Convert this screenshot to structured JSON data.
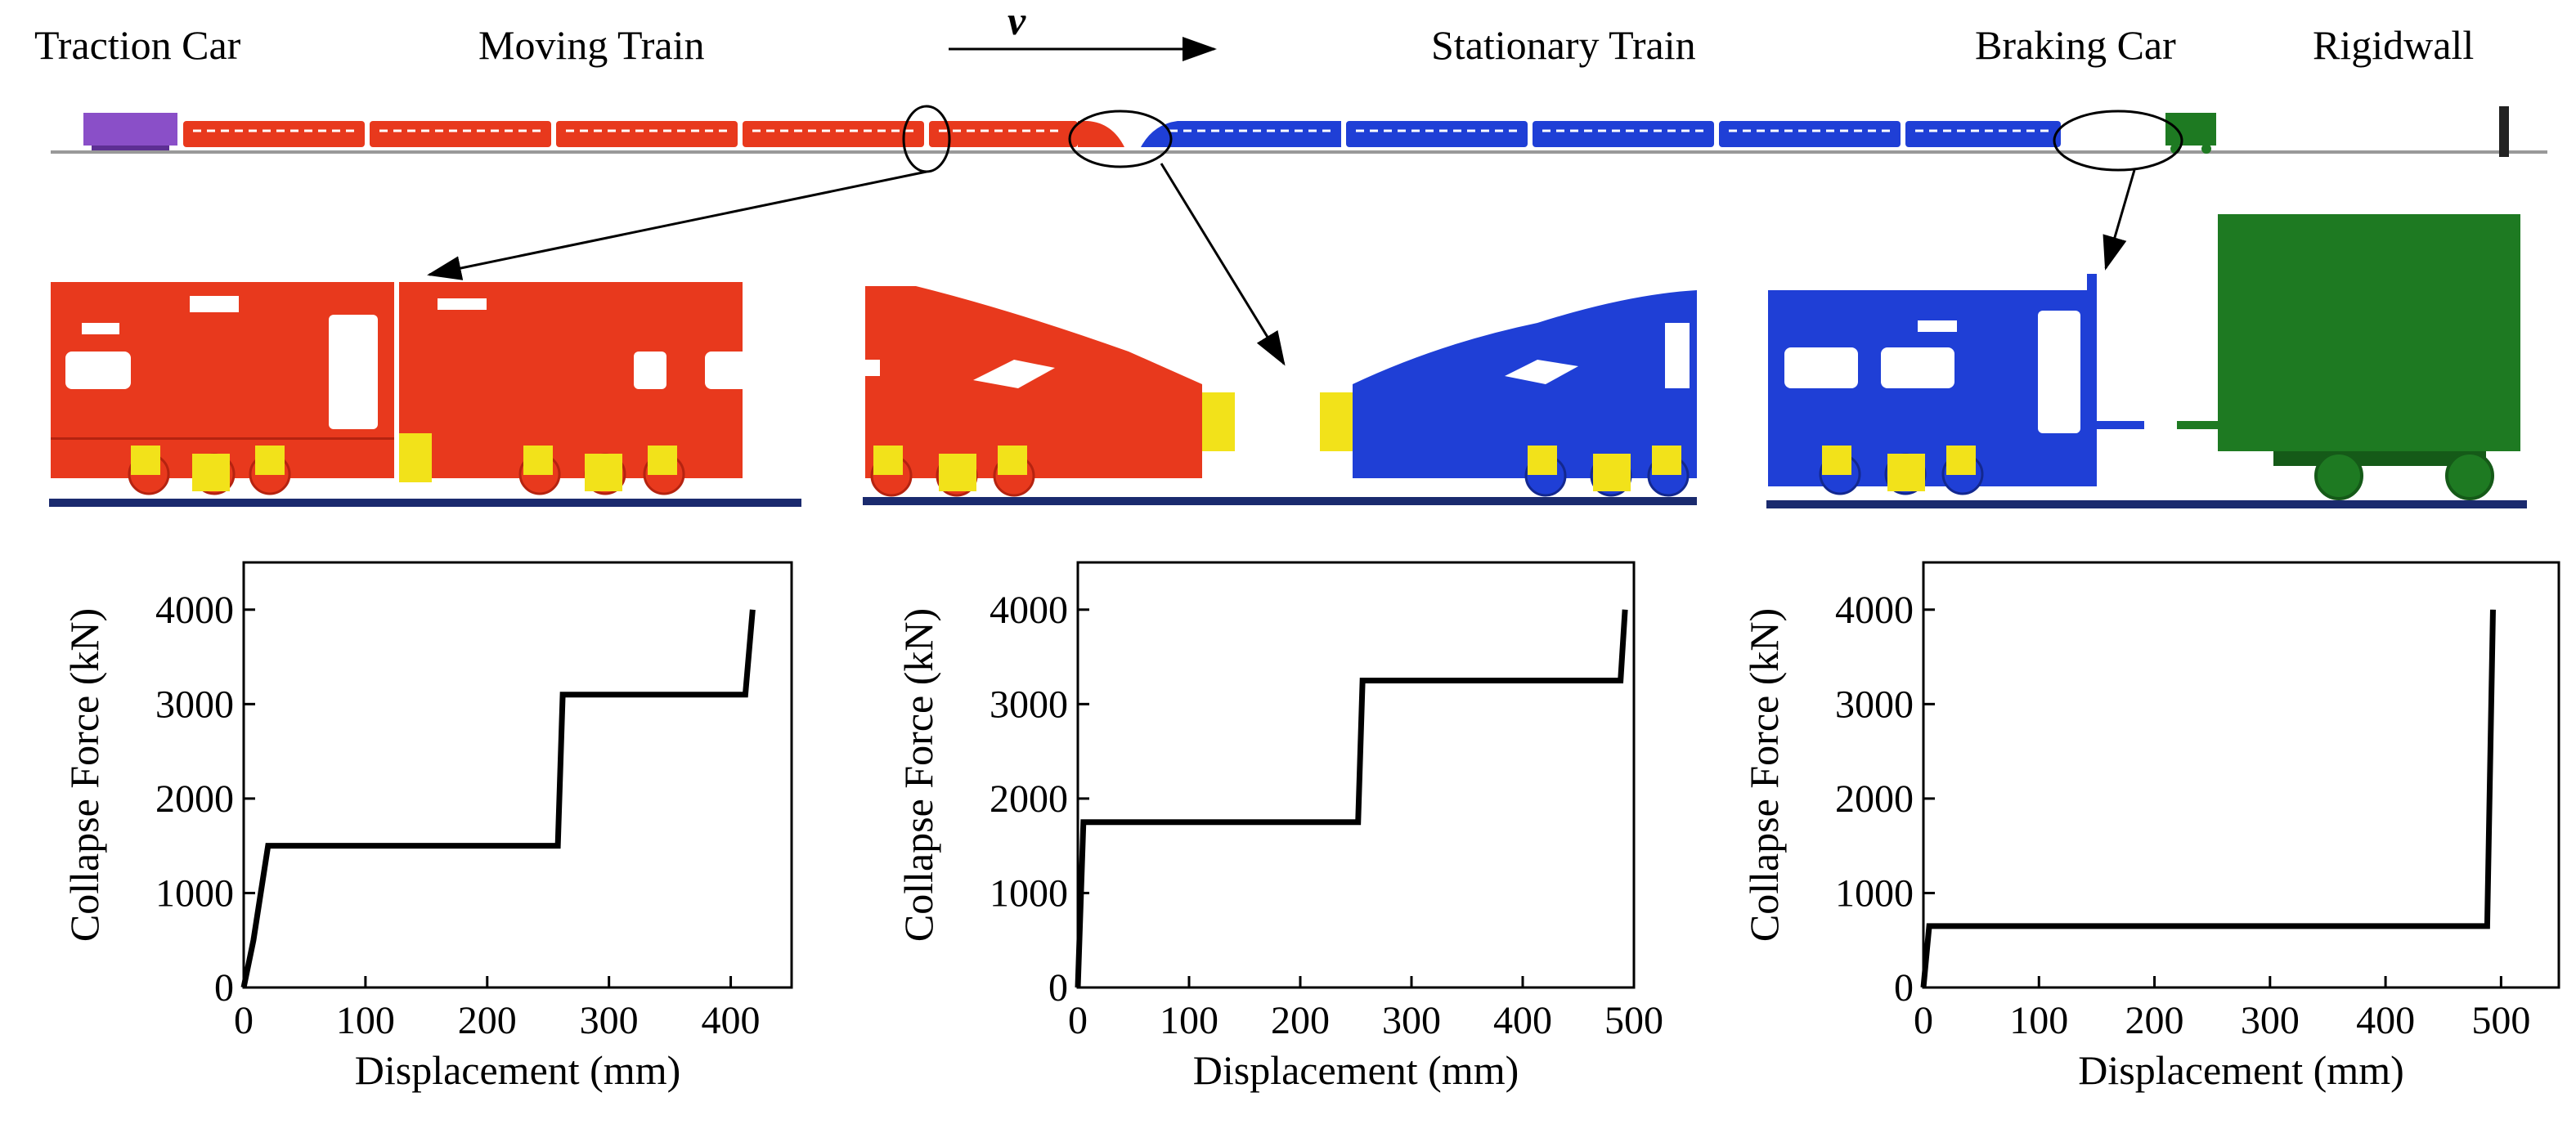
{
  "labels": {
    "traction_car": "Traction Car",
    "moving_train": "Moving Train",
    "velocity": "v",
    "stationary_train": "Stationary Train",
    "braking_car": "Braking Car",
    "rigidwall": "Rigidwall"
  },
  "colors": {
    "moving_train": "#e8391d",
    "stationary_train": "#1f3fd6",
    "braking_car": "#1e7a22",
    "traction_car": "#8a4fc8",
    "absorber": "#f2e21a",
    "track": "#1a2a6e"
  },
  "chart_data": [
    {
      "type": "line",
      "xlabel": "Displacement (mm)",
      "ylabel": "Collapse Force (kN)",
      "xlim": [
        0,
        450
      ],
      "ylim": [
        0,
        4500
      ],
      "xticks": [
        0,
        100,
        200,
        300,
        400
      ],
      "yticks": [
        0,
        1000,
        2000,
        3000,
        4000
      ],
      "series": [
        {
          "x": [
            0,
            8,
            20,
            258,
            262,
            412,
            418
          ],
          "y": [
            0,
            500,
            1500,
            1500,
            3100,
            3100,
            4000
          ]
        }
      ]
    },
    {
      "type": "line",
      "xlabel": "Displacement (mm)",
      "ylabel": "Collapse Force (kN)",
      "xlim": [
        0,
        500
      ],
      "ylim": [
        0,
        4500
      ],
      "xticks": [
        0,
        100,
        200,
        300,
        400,
        500
      ],
      "yticks": [
        0,
        1000,
        2000,
        3000,
        4000
      ],
      "series": [
        {
          "x": [
            0,
            5,
            252,
            256,
            488,
            492
          ],
          "y": [
            0,
            1750,
            1750,
            3250,
            3250,
            4000
          ]
        }
      ]
    },
    {
      "type": "line",
      "xlabel": "Displacement (mm)",
      "ylabel": "Collapse Force (kN)",
      "xlim": [
        0,
        550
      ],
      "ylim": [
        0,
        4500
      ],
      "xticks": [
        0,
        100,
        200,
        300,
        400,
        500
      ],
      "yticks": [
        0,
        1000,
        2000,
        3000,
        4000
      ],
      "series": [
        {
          "x": [
            0,
            5,
            488,
            493
          ],
          "y": [
            0,
            650,
            650,
            4000
          ]
        }
      ]
    }
  ]
}
